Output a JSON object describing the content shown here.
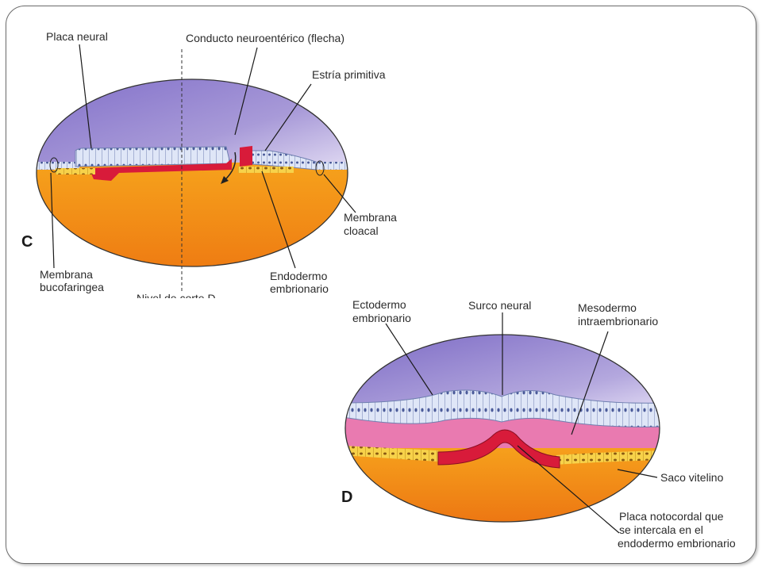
{
  "panel_c": {
    "letter": "C",
    "labels": {
      "placa_neural": "Placa neural",
      "conducto": "Conducto neuroentérico (flecha)",
      "estria": "Estría primitiva",
      "membrana_cloacal_1": "Membrana",
      "membrana_cloacal_2": "cloacal",
      "membrana_buco_1": "Membrana",
      "membrana_buco_2": "bucofaringea",
      "endodermo_1": "Endodermo",
      "endodermo_2": "embrionario",
      "nivel_corte": "Nivel de corte D"
    }
  },
  "panel_d": {
    "letter": "D",
    "labels": {
      "ectodermo_1": "Ectodermo",
      "ectodermo_2": "embrionario",
      "surco": "Surco neural",
      "mesodermo_1": "Mesodermo",
      "mesodermo_2": "intraembrionario",
      "saco": "Saco vitelino",
      "placa_noto_1": "Placa notocordal que",
      "placa_noto_2": "se intercala en el",
      "placa_noto_3": "endodermo embrionario"
    }
  },
  "colors": {
    "amnion_purple": "#8f7fd0",
    "yolk_orange": "#f08a1a",
    "mesoderm_pink": "#e97ab0",
    "notochord_red": "#d81b3a",
    "cell_blue": "#dfe6f7"
  }
}
